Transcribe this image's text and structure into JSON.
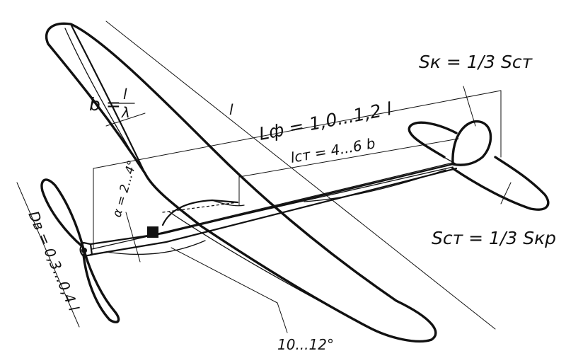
{
  "labels": {
    "tail_fin_area": "Sк = 1/3 Sст",
    "chord": "b = l/λ",
    "chord_num": "l",
    "chord_den": "λ",
    "span_mark": "l",
    "fuselage_length": "Lф = 1,0...1,2 l",
    "tail_arm": "lст = 4...6 b",
    "incidence": "α = 2...4°",
    "propeller_diameter": "Dв = 0,3...0,4 l",
    "stabilizer_area": "Sст = 1/3 Sкр",
    "dihedral": "10...12°"
  }
}
